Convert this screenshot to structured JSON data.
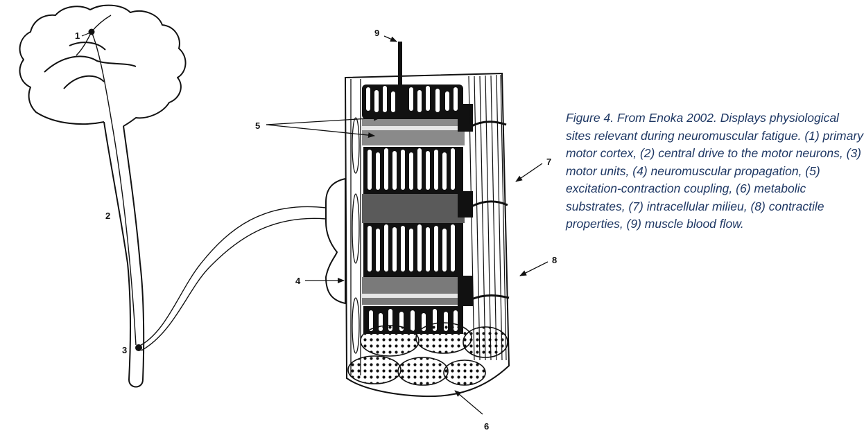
{
  "figure": {
    "labels": {
      "l1": "1",
      "l2": "2",
      "l3": "3",
      "l4": "4",
      "l5": "5",
      "l6": "6",
      "l7": "7",
      "l8": "8",
      "l9": "9"
    },
    "caption": "Figure 4. From Enoka 2002. Displays physiological sites relevant during neuromuscular fatigue. (1) primary motor cortex, (2) central drive to the motor neurons, (3) motor units, (4) neuromuscular propagation, (5) excitation-contraction coupling, (6) metabolic substrates, (7) intracellular milieu, (8) contractile properties, (9) muscle blood flow."
  }
}
